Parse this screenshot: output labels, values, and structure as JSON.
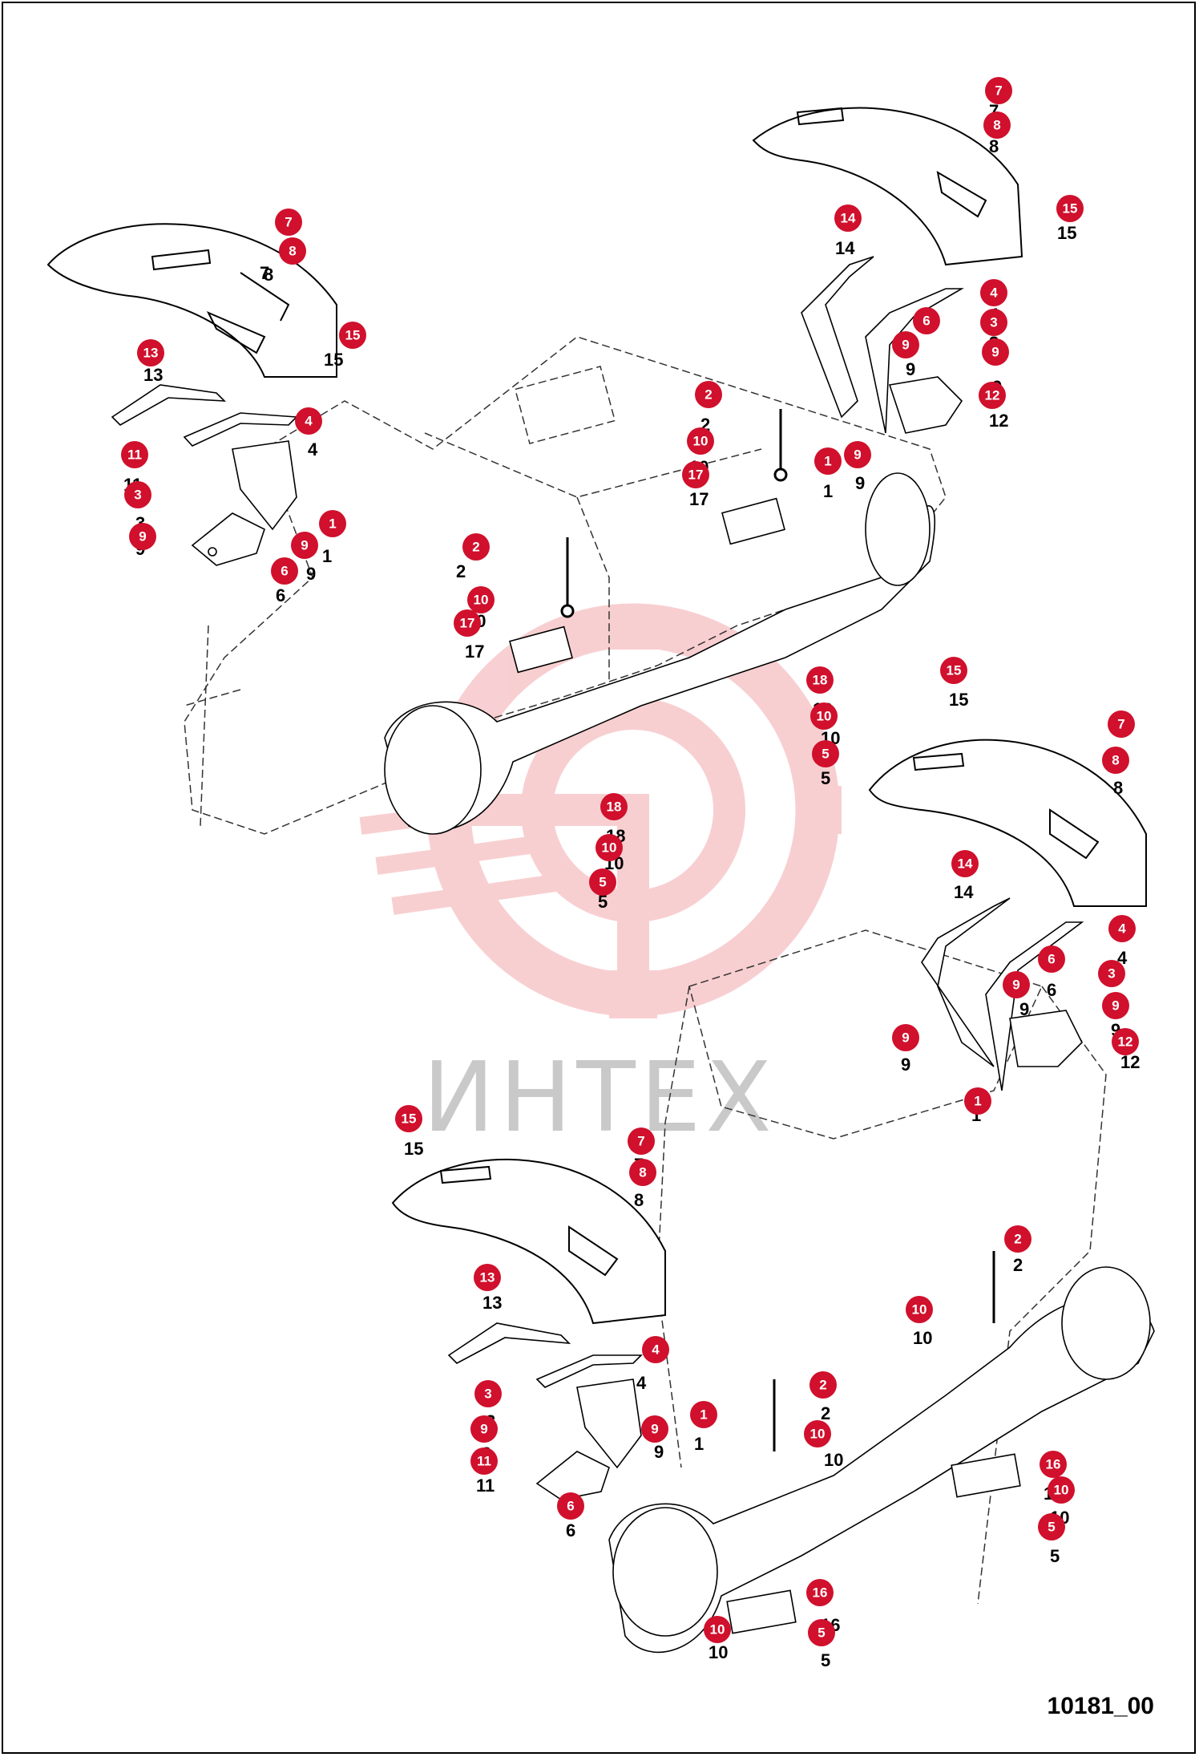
{
  "drawing": {
    "code": "10181_00",
    "watermark": "ИНТЕХ",
    "badge_color": "#d0102c",
    "watermark_color": "#f3a8ad"
  },
  "callouts": [
    {
      "id": "c1",
      "num": "7"
    },
    {
      "id": "c2",
      "num": "8"
    },
    {
      "id": "c3",
      "num": "15"
    },
    {
      "id": "c4",
      "num": "13"
    },
    {
      "id": "c5",
      "num": "4"
    },
    {
      "id": "c6",
      "num": "11"
    },
    {
      "id": "c7",
      "num": "3"
    },
    {
      "id": "c8",
      "num": "9"
    },
    {
      "id": "c9",
      "num": "1"
    },
    {
      "id": "c10",
      "num": "9"
    },
    {
      "id": "c11",
      "num": "6"
    },
    {
      "id": "c12",
      "num": "7"
    },
    {
      "id": "c13",
      "num": "8"
    },
    {
      "id": "c14",
      "num": "15"
    },
    {
      "id": "c15",
      "num": "14"
    },
    {
      "id": "c16",
      "num": "4"
    },
    {
      "id": "c17",
      "num": "6"
    },
    {
      "id": "c18",
      "num": "3"
    },
    {
      "id": "c19",
      "num": "9"
    },
    {
      "id": "c20",
      "num": "9"
    },
    {
      "id": "c21",
      "num": "12"
    },
    {
      "id": "c22",
      "num": "2"
    },
    {
      "id": "c23",
      "num": "10"
    },
    {
      "id": "c24",
      "num": "17"
    },
    {
      "id": "c25",
      "num": "1"
    },
    {
      "id": "c26",
      "num": "9"
    },
    {
      "id": "c27",
      "num": "2"
    },
    {
      "id": "c28",
      "num": "10"
    },
    {
      "id": "c29",
      "num": "17"
    },
    {
      "id": "c30",
      "num": "18"
    },
    {
      "id": "c31",
      "num": "10"
    },
    {
      "id": "c32",
      "num": "5"
    },
    {
      "id": "c33",
      "num": "18"
    },
    {
      "id": "c34",
      "num": "10"
    },
    {
      "id": "c35",
      "num": "5"
    },
    {
      "id": "c36",
      "num": "15"
    },
    {
      "id": "c37",
      "num": "7"
    },
    {
      "id": "c38",
      "num": "8"
    },
    {
      "id": "c39",
      "num": "14"
    },
    {
      "id": "c40",
      "num": "4"
    },
    {
      "id": "c41",
      "num": "6"
    },
    {
      "id": "c42",
      "num": "3"
    },
    {
      "id": "c43",
      "num": "9"
    },
    {
      "id": "c44",
      "num": "9"
    },
    {
      "id": "c45",
      "num": "12"
    },
    {
      "id": "c46",
      "num": "9"
    },
    {
      "id": "c47",
      "num": "1"
    },
    {
      "id": "c48",
      "num": "15"
    },
    {
      "id": "c49",
      "num": "7"
    },
    {
      "id": "c50",
      "num": "8"
    },
    {
      "id": "c51",
      "num": "13"
    },
    {
      "id": "c52",
      "num": "4"
    },
    {
      "id": "c53",
      "num": "3"
    },
    {
      "id": "c54",
      "num": "9"
    },
    {
      "id": "c55",
      "num": "11"
    },
    {
      "id": "c56",
      "num": "9"
    },
    {
      "id": "c57",
      "num": "1"
    },
    {
      "id": "c58",
      "num": "6"
    },
    {
      "id": "c59",
      "num": "2"
    },
    {
      "id": "c60",
      "num": "10"
    },
    {
      "id": "c61",
      "num": "2"
    },
    {
      "id": "c62",
      "num": "10"
    },
    {
      "id": "c63",
      "num": "16"
    },
    {
      "id": "c64",
      "num": "10"
    },
    {
      "id": "c65",
      "num": "5"
    },
    {
      "id": "c66",
      "num": "16"
    },
    {
      "id": "c67",
      "num": "5"
    },
    {
      "id": "c68",
      "num": "10"
    }
  ]
}
